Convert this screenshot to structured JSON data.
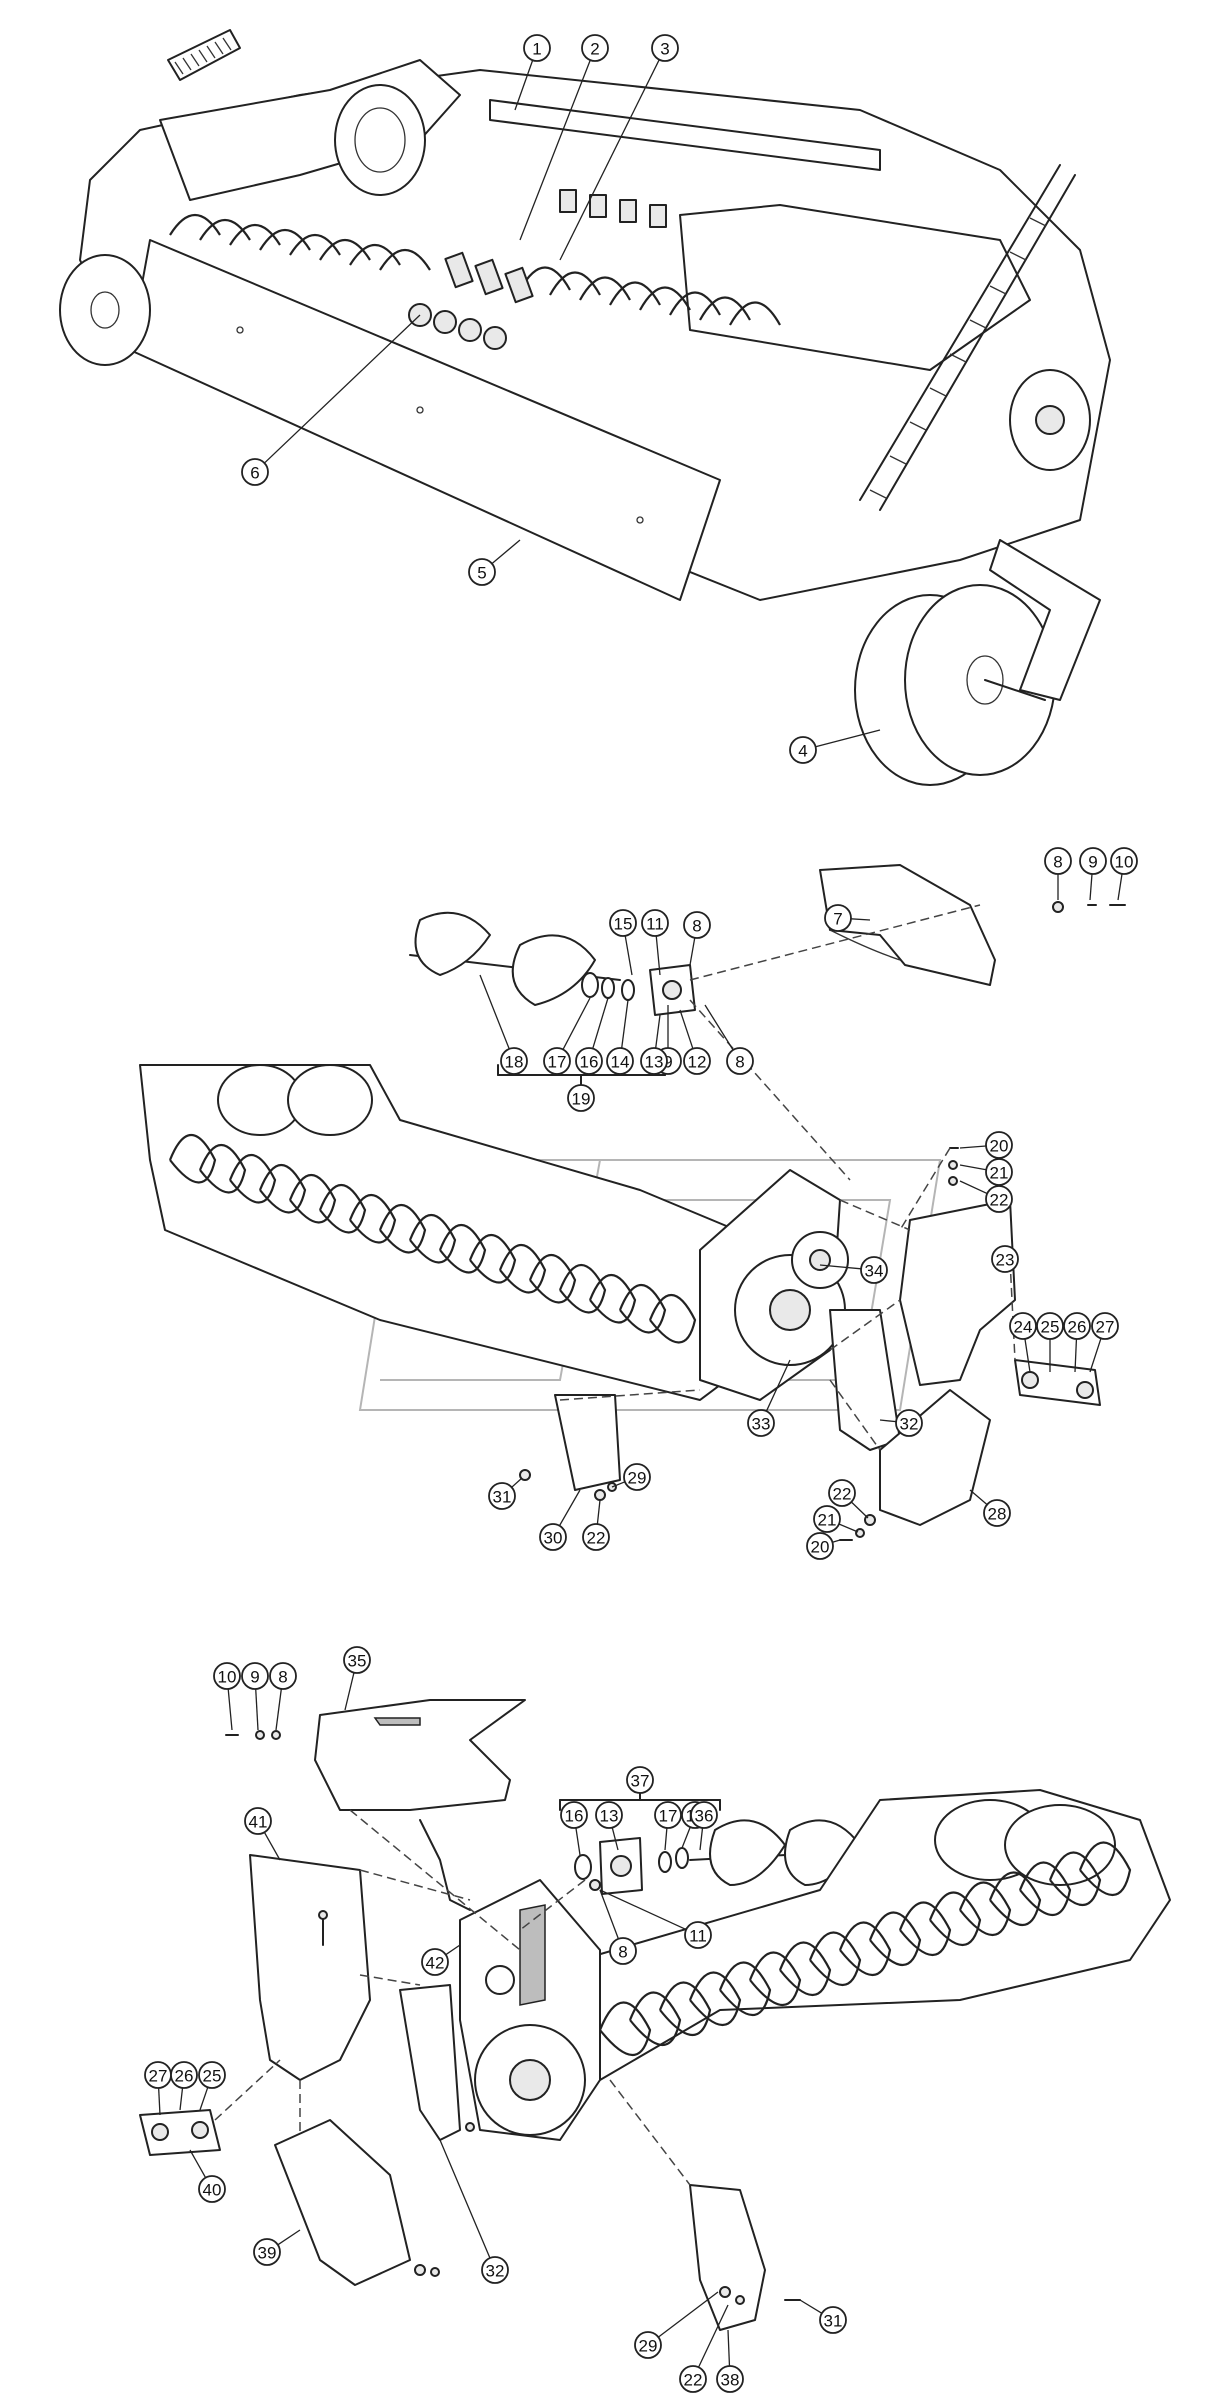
{
  "callouts": {
    "top": [
      "1",
      "2",
      "3",
      "4",
      "5",
      "6"
    ],
    "middle": [
      "7",
      "8",
      "9",
      "10",
      "15",
      "11",
      "8",
      "12",
      "9",
      "8",
      "18",
      "17",
      "16",
      "14",
      "13",
      "19",
      "20",
      "21",
      "22",
      "23",
      "24",
      "25",
      "26",
      "27",
      "34",
      "33",
      "32",
      "28",
      "22",
      "21",
      "20",
      "31",
      "30",
      "22",
      "29"
    ],
    "bottom": [
      "10",
      "9",
      "8",
      "35",
      "37",
      "16",
      "13",
      "17",
      "18",
      "36",
      "8",
      "11",
      "41",
      "42",
      "27",
      "26",
      "25",
      "40",
      "32",
      "39",
      "29",
      "22",
      "38",
      "31"
    ]
  }
}
